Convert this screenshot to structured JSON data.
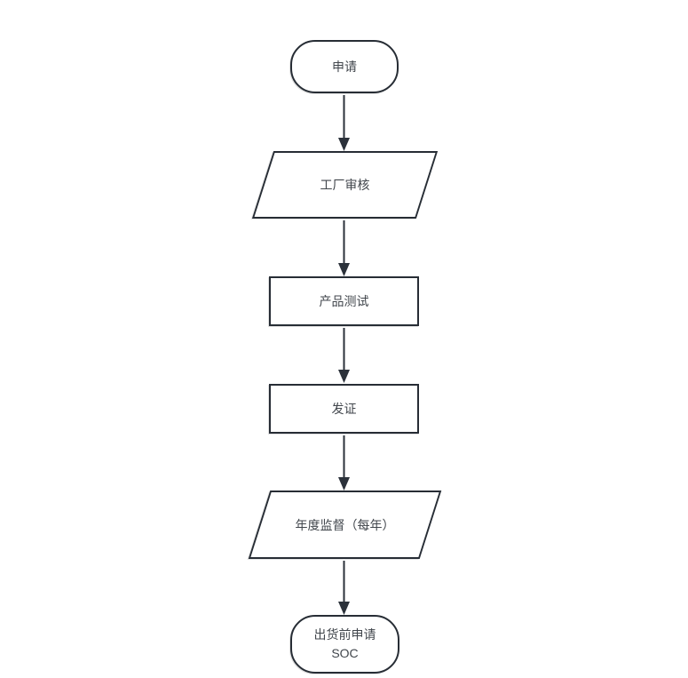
{
  "diagram": {
    "type": "flowchart",
    "direction": "top-down",
    "colors": {
      "background": "#ffffff",
      "node_fill": "#ffffff",
      "stroke": "#272d35",
      "text": "#41464c"
    },
    "nodes": [
      {
        "id": "start",
        "shape": "terminator",
        "label": "申请"
      },
      {
        "id": "factory-audit",
        "shape": "parallelogram",
        "label": "工厂审核"
      },
      {
        "id": "product-testing",
        "shape": "process",
        "label": "产品测试"
      },
      {
        "id": "certificate-issuance",
        "shape": "process",
        "label": "发证"
      },
      {
        "id": "annual-supervision",
        "shape": "parallelogram",
        "label": "年度监督（每年）"
      },
      {
        "id": "end",
        "shape": "terminator",
        "label": "出货前申请 SOC",
        "lines": [
          "出货前申请",
          "SOC"
        ]
      }
    ],
    "edges": [
      {
        "from": "start",
        "to": "factory-audit"
      },
      {
        "from": "factory-audit",
        "to": "product-testing"
      },
      {
        "from": "product-testing",
        "to": "certificate-issuance"
      },
      {
        "from": "certificate-issuance",
        "to": "annual-supervision"
      },
      {
        "from": "annual-supervision",
        "to": "end"
      }
    ]
  }
}
